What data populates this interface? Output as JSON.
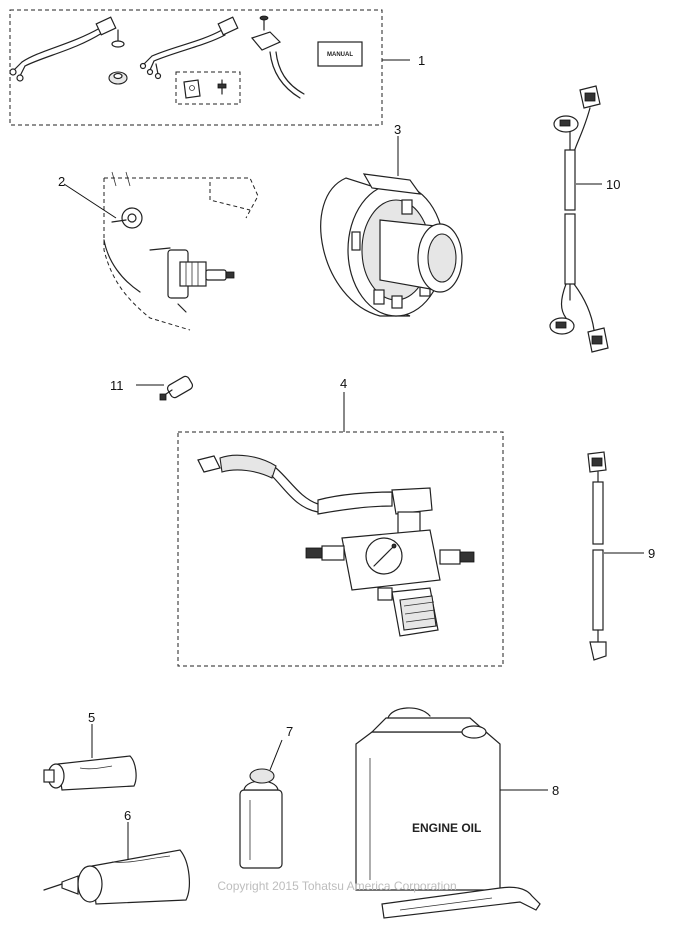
{
  "callouts": {
    "c1": "1",
    "c2": "2",
    "c3": "3",
    "c4": "4",
    "c5": "5",
    "c6": "6",
    "c7": "7",
    "c8": "8",
    "c9": "9",
    "c10": "10",
    "c11": "11"
  },
  "labels": {
    "manual": "MANUAL",
    "engine_oil": "ENGINE OIL"
  },
  "copyright": "Copyright 2015 Tohatsu America Corporation"
}
